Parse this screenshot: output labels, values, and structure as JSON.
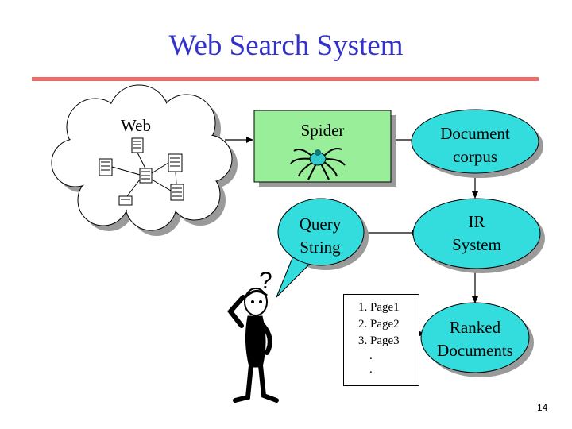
{
  "title": "Web Search System",
  "web_label": "Web",
  "spider_label": "Spider",
  "corpus_label": [
    "Document",
    "corpus"
  ],
  "query_label": [
    "Query",
    "String"
  ],
  "ir_label": [
    "IR",
    "System"
  ],
  "ranked_label": [
    "Ranked",
    "Documents"
  ],
  "results": [
    "1. Page1",
    "2. Page2",
    "3. Page3",
    ".",
    "."
  ],
  "question_mark": "?",
  "page_number": "14",
  "colors": {
    "title": "#3333cc",
    "rule": "#f06a6a",
    "spider_box": "#99ee99",
    "cyan_nodes": "#33dddd",
    "shadow": "#9a9a9a"
  },
  "icons": [
    "cloud-icon",
    "web-page-icon",
    "spider-icon",
    "thinking-person-icon",
    "speech-bubble-icon"
  ]
}
